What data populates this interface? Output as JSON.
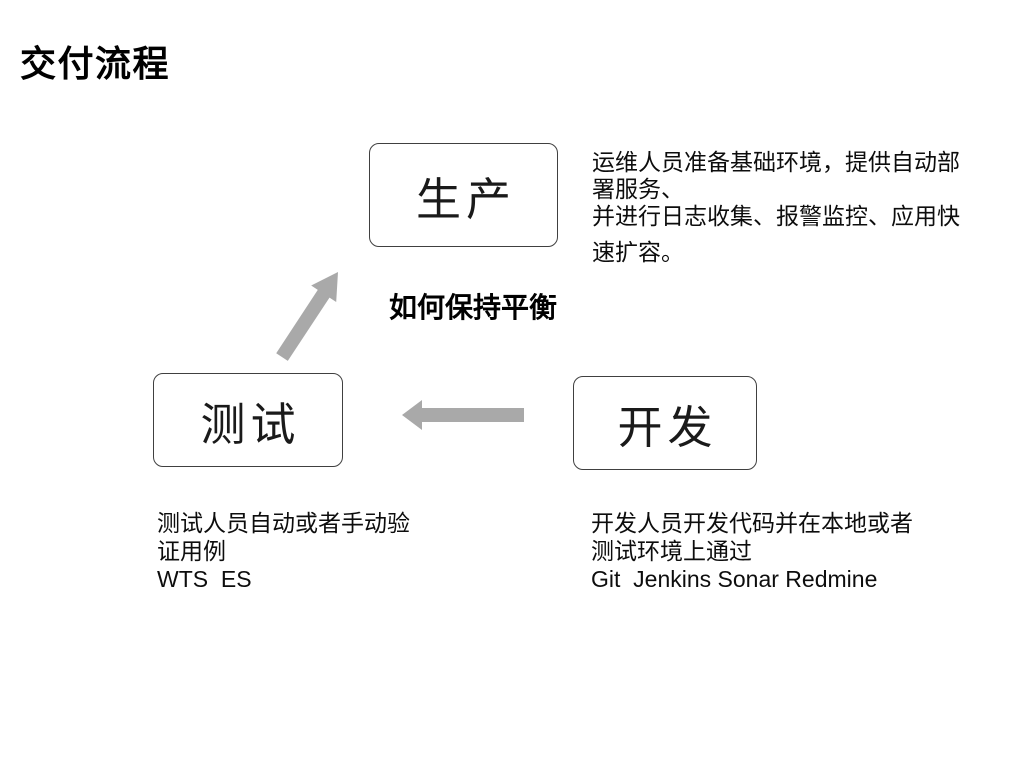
{
  "slide": {
    "title": "交付流程",
    "balance_note": "如何保持平衡"
  },
  "nodes": {
    "production": {
      "label": "生产"
    },
    "testing": {
      "label": "测试"
    },
    "development": {
      "label": "开发"
    }
  },
  "notes": {
    "operations": {
      "line1": "运维人员准备基础环境，提供自动部",
      "line2": "署服务、",
      "line3": "并进行日志收集、报警监控、应用快",
      "line4": "速扩容。"
    },
    "testing": {
      "line1": "测试人员自动或者手动验",
      "line2": "证用例",
      "line3": "WTS  ES"
    },
    "development": {
      "line1": "开发人员开发代码并在本地或者",
      "line2": "测试环境上通过",
      "line3": "Git  Jenkins Sonar Redmine"
    }
  },
  "arrows": {
    "test_to_production": "block-arrow-up-right",
    "dev_to_test": "block-arrow-left"
  },
  "colors": {
    "arrow": "#a9a9a9",
    "box_border": "#404040",
    "text": "#0f0f0f",
    "background": "#ffffff"
  }
}
